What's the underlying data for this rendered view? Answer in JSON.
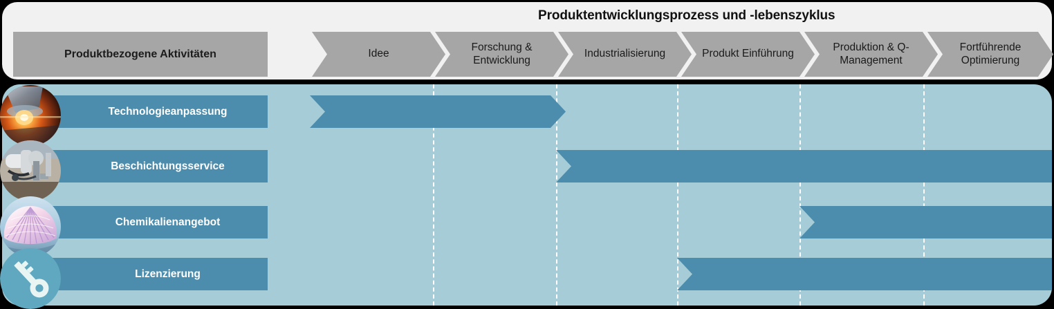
{
  "header": {
    "title": "Produktentwicklungsprozess und -lebenszyklus",
    "activities_label": "Produktbezogene Aktivitäten",
    "phases": [
      {
        "label": "Idee"
      },
      {
        "label": "Forschung & Entwicklung"
      },
      {
        "label": "Industrialisierung"
      },
      {
        "label": "Produkt Einführung"
      },
      {
        "label": "Produktion & Q-Management"
      },
      {
        "label": "Fortführende Optimierung"
      }
    ]
  },
  "rows": [
    {
      "label": "Technologieanpassung",
      "icon": "laser-welding-icon"
    },
    {
      "label": "Beschichtungsservice",
      "icon": "coating-machine-icon"
    },
    {
      "label": "Chemikalienangebot",
      "icon": "nanostructure-icon"
    },
    {
      "label": "Lizenzierung",
      "icon": "key-icon"
    }
  ],
  "chart_data": {
    "type": "bar",
    "title": "Produktentwicklungsprozess und -lebenszyklus",
    "xlabel": "",
    "ylabel": "Produktbezogene Aktivitäten",
    "categories": [
      "Idee",
      "Forschung & Entwicklung",
      "Industrialisierung",
      "Produkt Einführung",
      "Produktion & Q-Management",
      "Fortführende Optimierung"
    ],
    "series": [
      {
        "name": "Technologieanpassung",
        "start_phase": "Idee",
        "end_phase": "Industrialisierung",
        "start_index": 0,
        "end_index": 2
      },
      {
        "name": "Beschichtungsservice",
        "start_phase": "Industrialisierung",
        "end_phase": "Fortführende Optimierung",
        "start_index": 2,
        "end_index": 5
      },
      {
        "name": "Chemikalienangebot",
        "start_phase": "Produktion & Q-Management",
        "end_phase": "Fortführende Optimierung",
        "start_index": 4,
        "end_index": 5
      },
      {
        "name": "Lizenzierung",
        "start_phase": "Produkt Einführung",
        "end_phase": "Fortführende Optimierung",
        "start_index": 3,
        "end_index": 5
      }
    ],
    "grid": true,
    "legend": "none"
  },
  "colors": {
    "panel_background": "#F1F1F1",
    "phase_gray": "#A6A6A6",
    "chart_background": "#A5CCD7",
    "bar_blue": "#4C8CAC",
    "outer_background": "#000000",
    "gridline": "#FFFFFF"
  }
}
